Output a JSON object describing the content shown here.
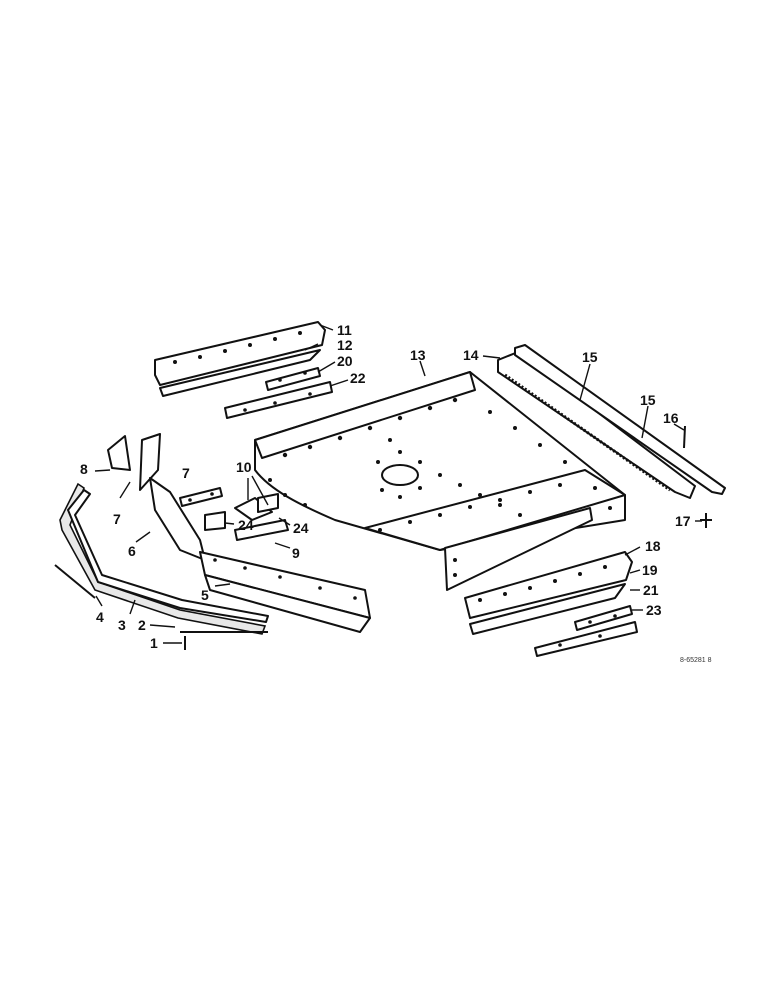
{
  "diagram": {
    "reference_code": "8-65281 8",
    "callouts": {
      "c1": "1",
      "c2": "2",
      "c3": "3",
      "c4": "4",
      "c5": "5",
      "c6": "6",
      "c7": "7",
      "c7b": "7",
      "c8": "8",
      "c9": "9",
      "c10": "10",
      "c11": "11",
      "c12": "12",
      "c13": "13",
      "c14": "14",
      "c15": "15",
      "c15b": "15",
      "c16": "16",
      "c17": "17",
      "c18": "18",
      "c19": "19",
      "c20": "20",
      "c21": "21",
      "c22": "22",
      "c23": "23",
      "c24": "24",
      "c24b": "24"
    }
  }
}
